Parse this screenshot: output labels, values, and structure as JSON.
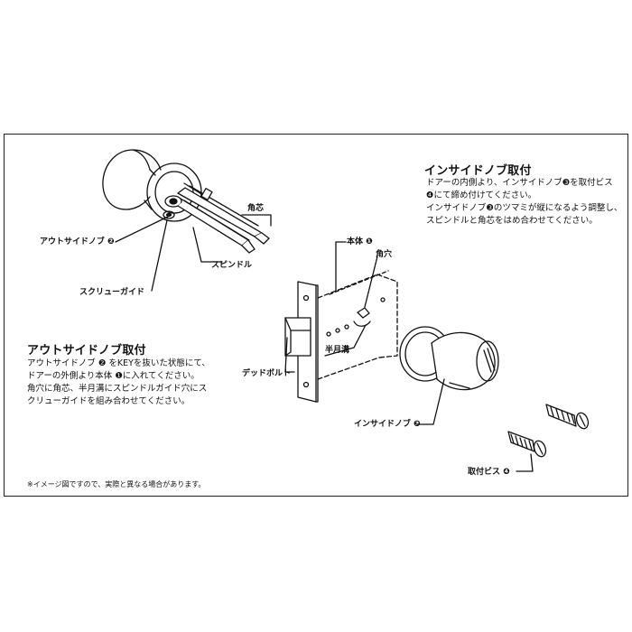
{
  "inside_section": {
    "heading": "インサイドノブ取付",
    "lines": [
      "ドアーの内側より、インサイドノブ❸を取付ビス",
      "❹にて締め付けてください。",
      "インサイドノブ❸のツマミが縦になるよう調整し、",
      "スピンドルと角芯をはめ合わせてください。"
    ]
  },
  "outside_section": {
    "heading": "アウトサイドノブ取付",
    "lines": [
      "アウトサイドノブ ❷ をKEYを抜いた状態にて、",
      "ドアーの外側より本体 ❶に入れてください。",
      "角穴に角芯、半月溝にスピンドルガイド穴にス",
      "クリューガイドを組み合わせてください。"
    ]
  },
  "labels": {
    "outside_knob": "アウトサイドノブ ❷",
    "square_core": "角芯",
    "spindle": "スピンドル",
    "screw_guide": "スクリューガイド",
    "body": "本体 ❶",
    "square_hole": "角穴",
    "half_moon_groove": "半月溝",
    "deadbolt": "デッドボルト",
    "inside_knob": "インサイドノブ ❸",
    "mounting_screw": "取付ビス ❹"
  },
  "note": "※イメージ図ですので、実際と異なる場合があります。"
}
